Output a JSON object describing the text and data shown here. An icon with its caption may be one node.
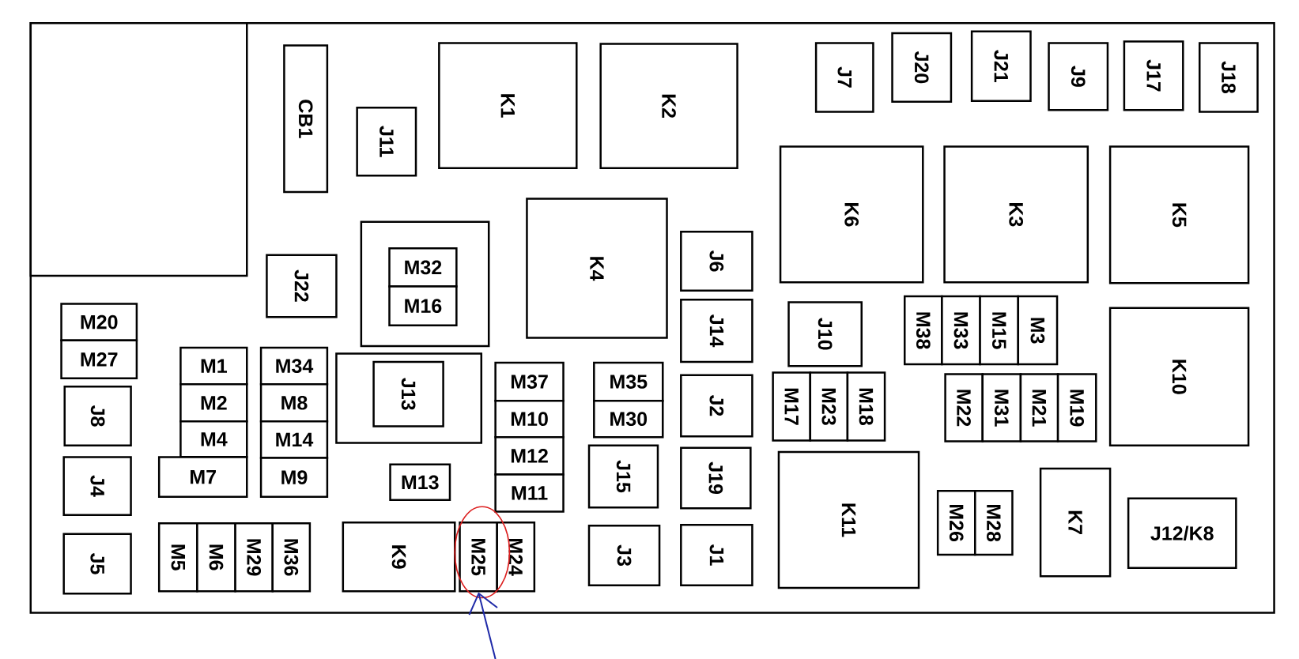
{
  "diagram": {
    "nodes": [
      {
        "text": [],
        "shape": "box"
      },
      {
        "text": [],
        "shape": "box",
        "in": 0
      },
      {
        "text": [
          "CB1"
        ],
        "in": 0
      },
      {
        "text": [
          "J11"
        ],
        "in": 0
      },
      {
        "text": [
          "K1"
        ],
        "in": 0
      },
      {
        "text": [
          "K2"
        ],
        "in": 0
      },
      {
        "text": [
          "J7"
        ],
        "in": 0
      },
      {
        "text": [
          "J20"
        ],
        "in": 0
      },
      {
        "text": [
          "J21"
        ],
        "in": 0
      },
      {
        "text": [
          "J9"
        ],
        "in": 0
      },
      {
        "text": [
          "J17"
        ],
        "in": 0
      },
      {
        "text": [
          "J18"
        ],
        "in": 0
      },
      {
        "text": [
          "K6"
        ],
        "in": 0
      },
      {
        "text": [
          "K3"
        ],
        "in": 0
      },
      {
        "text": [
          "K5"
        ],
        "in": 0
      },
      {
        "text": [
          "J22"
        ],
        "in": 0
      },
      {
        "text": [],
        "shape": "box",
        "in": 0
      },
      {
        "text": [
          "M32"
        ],
        "in": 16
      },
      {
        "text": [
          "M16"
        ],
        "in": 16
      },
      {
        "text": [
          "K4"
        ],
        "in": 0
      },
      {
        "text": [
          "J6"
        ],
        "in": 0
      },
      {
        "text": [
          "J14"
        ],
        "in": 0
      },
      {
        "text": [
          "J10"
        ],
        "in": 0
      },
      {
        "text": [
          "M38"
        ],
        "in": 0
      },
      {
        "text": [
          "M33"
        ],
        "in": 0
      },
      {
        "text": [
          "M15"
        ],
        "in": 0
      },
      {
        "text": [
          "M3"
        ],
        "in": 0
      },
      {
        "text": [
          "K10"
        ],
        "in": 0
      },
      {
        "text": [
          "M20"
        ],
        "in": 0
      },
      {
        "text": [
          "M27"
        ],
        "in": 0
      },
      {
        "text": [
          "J8"
        ],
        "in": 0
      },
      {
        "text": [
          "M1"
        ],
        "in": 0
      },
      {
        "text": [
          "M2"
        ],
        "in": 0
      },
      {
        "text": [
          "M4"
        ],
        "in": 0
      },
      {
        "text": [
          "M7"
        ],
        "in": 0
      },
      {
        "text": [
          "M34"
        ],
        "in": 0
      },
      {
        "text": [
          "M8"
        ],
        "in": 0
      },
      {
        "text": [
          "M14"
        ],
        "in": 0
      },
      {
        "text": [
          "M9"
        ],
        "in": 0
      },
      {
        "text": [],
        "shape": "box",
        "in": 0
      },
      {
        "text": [
          "J13"
        ],
        "in": 39
      },
      {
        "text": [
          "M37"
        ],
        "in": 0
      },
      {
        "text": [
          "M10"
        ],
        "in": 0
      },
      {
        "text": [
          "M12"
        ],
        "in": 0
      },
      {
        "text": [
          "M11"
        ],
        "in": 0
      },
      {
        "text": [
          "M35"
        ],
        "in": 0
      },
      {
        "text": [
          "M30"
        ],
        "in": 0
      },
      {
        "text": [
          "J2"
        ],
        "in": 0
      },
      {
        "text": [
          "M17"
        ],
        "in": 0
      },
      {
        "text": [
          "M23"
        ],
        "in": 0
      },
      {
        "text": [
          "M18"
        ],
        "in": 0
      },
      {
        "text": [
          "M22"
        ],
        "in": 0
      },
      {
        "text": [
          "M31"
        ],
        "in": 0
      },
      {
        "text": [
          "M21"
        ],
        "in": 0
      },
      {
        "text": [
          "M19"
        ],
        "in": 0
      },
      {
        "text": [
          "J4"
        ],
        "in": 0
      },
      {
        "text": [
          "M13"
        ],
        "in": 0
      },
      {
        "text": [
          "J15"
        ],
        "in": 0
      },
      {
        "text": [
          "J19"
        ],
        "in": 0
      },
      {
        "text": [
          "K11"
        ],
        "in": 0
      },
      {
        "text": [
          "M26"
        ],
        "in": 0
      },
      {
        "text": [
          "M28"
        ],
        "in": 0
      },
      {
        "text": [
          "K7"
        ],
        "in": 0
      },
      {
        "text": [
          "J12/K8"
        ],
        "in": 0
      },
      {
        "text": [
          "J5"
        ],
        "in": 0
      },
      {
        "text": [
          "M5"
        ],
        "in": 0
      },
      {
        "text": [
          "M6"
        ],
        "in": 0
      },
      {
        "text": [
          "M29"
        ],
        "in": 0
      },
      {
        "text": [
          "M36"
        ],
        "in": 0
      },
      {
        "text": [
          "K9"
        ],
        "in": 0
      },
      {
        "text": [
          "M25"
        ],
        "in": 0
      },
      {
        "text": [
          "M24"
        ],
        "in": 0
      },
      {
        "text": [
          "J3"
        ],
        "in": 0
      },
      {
        "text": [
          "J1"
        ],
        "in": 0
      }
    ],
    "edges": [
      {
        "from": null,
        "to": 70,
        "arrow": "to",
        "color": "#1f2aa8"
      }
    ]
  }
}
